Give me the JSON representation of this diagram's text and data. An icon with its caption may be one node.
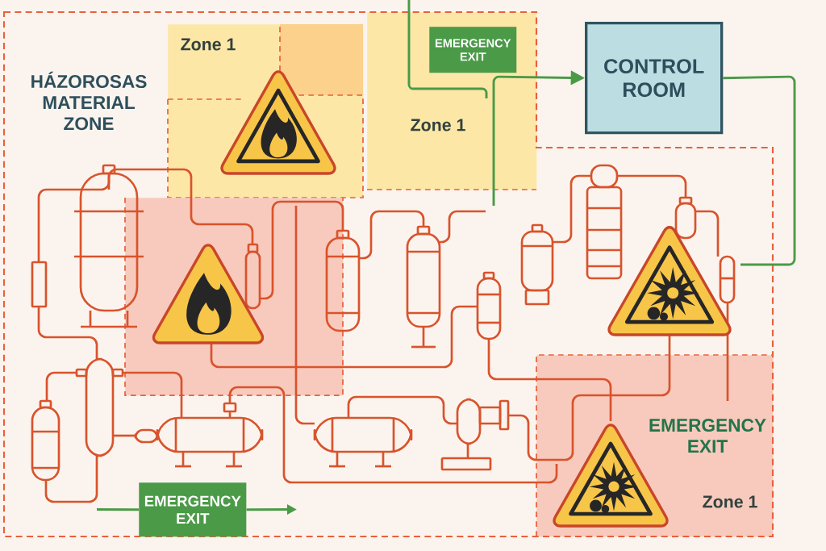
{
  "diagram": {
    "nodes": [
      {
        "text": [
          "HÁZOROSAS MATERIAL ZONE"
        ]
      },
      {
        "text": [
          "Zone 1"
        ],
        "in": 0
      },
      {
        "text": [
          "Zone 1"
        ],
        "in": 0
      },
      {
        "text": [
          "EMERGENCY EXIT"
        ],
        "in": 2
      },
      {
        "text": [
          "CONTROL ROOM"
        ]
      },
      {
        "text": [],
        "shape": "box",
        "in": 0
      },
      {
        "text": [
          "EMERGENCY EXIT",
          "Zone 1"
        ],
        "in": 0
      },
      {
        "text": [
          "EMERGENCY EXIT"
        ],
        "in": 0
      }
    ],
    "edges": [
      {
        "from": null,
        "to": 4,
        "arrow": "to"
      },
      {
        "from": 4,
        "to": null,
        "arrow": "none"
      },
      {
        "from": null,
        "to": 7,
        "arrow": "none"
      },
      {
        "from": 7,
        "to": null,
        "arrow": "to"
      }
    ]
  }
}
